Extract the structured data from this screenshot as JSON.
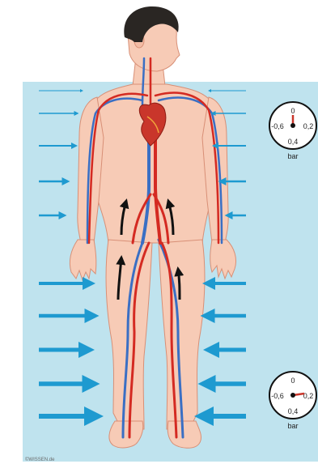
{
  "colors": {
    "water": "#bfe3ee",
    "pressure_arrow": "#1e9ad0",
    "skin": "#f7cbb6",
    "skin_outline": "#d88f76",
    "hair": "#2a2623",
    "artery": "#d42a22",
    "vein": "#3a6fc4",
    "flow_arrow": "#111111",
    "heart": "#c9362b"
  },
  "gauges": {
    "upper": {
      "tick_top": "0",
      "tick_left": "-0,6",
      "tick_right": "0,2",
      "tick_bottom": "0,4",
      "unit": "bar",
      "pointer_direction": "up"
    },
    "lower": {
      "tick_top": "0",
      "tick_left": "-0,6",
      "tick_right": "0,2",
      "tick_bottom": "0,4",
      "unit": "bar",
      "pointer_direction": "right"
    }
  },
  "credit": "©WISSEN.de",
  "icons": {
    "pressure_arrows": "arrow-right / arrow-left",
    "flow_arrows": "arrow-up"
  }
}
